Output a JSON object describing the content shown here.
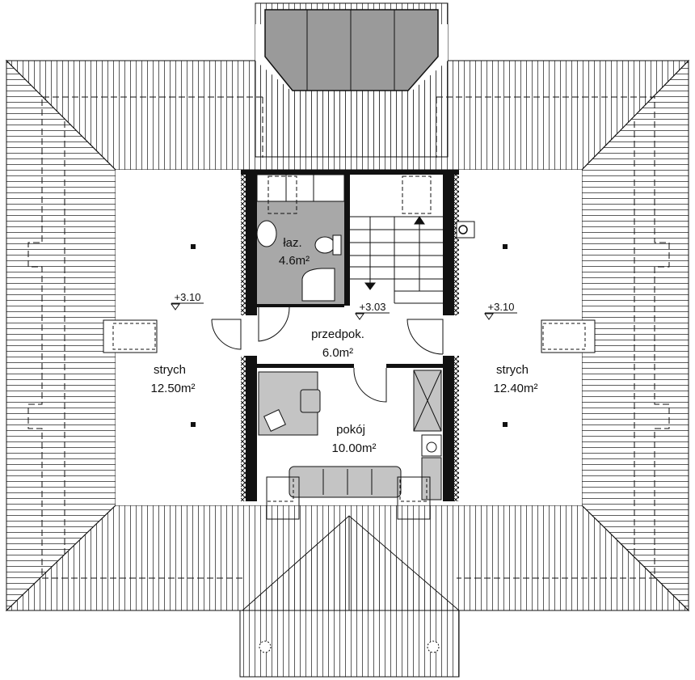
{
  "rooms": {
    "bathroom": {
      "name": "łaz.",
      "area": "4.6m²"
    },
    "hall": {
      "name": "przedpok.",
      "area": "6.0m²"
    },
    "room": {
      "name": "pokój",
      "area": "10.00m²"
    },
    "attic_left": {
      "name": "strych",
      "area": "12.50m²"
    },
    "attic_right": {
      "name": "strych",
      "area": "12.40m²"
    }
  },
  "levels": {
    "left": "+3.10",
    "center": "+3.03",
    "right": "+3.10"
  },
  "colors": {
    "wall": "#111111",
    "bathroom_floor": "#a8a8a8",
    "furniture": "#c4c4c4",
    "skylight": "#9a9a9a"
  }
}
